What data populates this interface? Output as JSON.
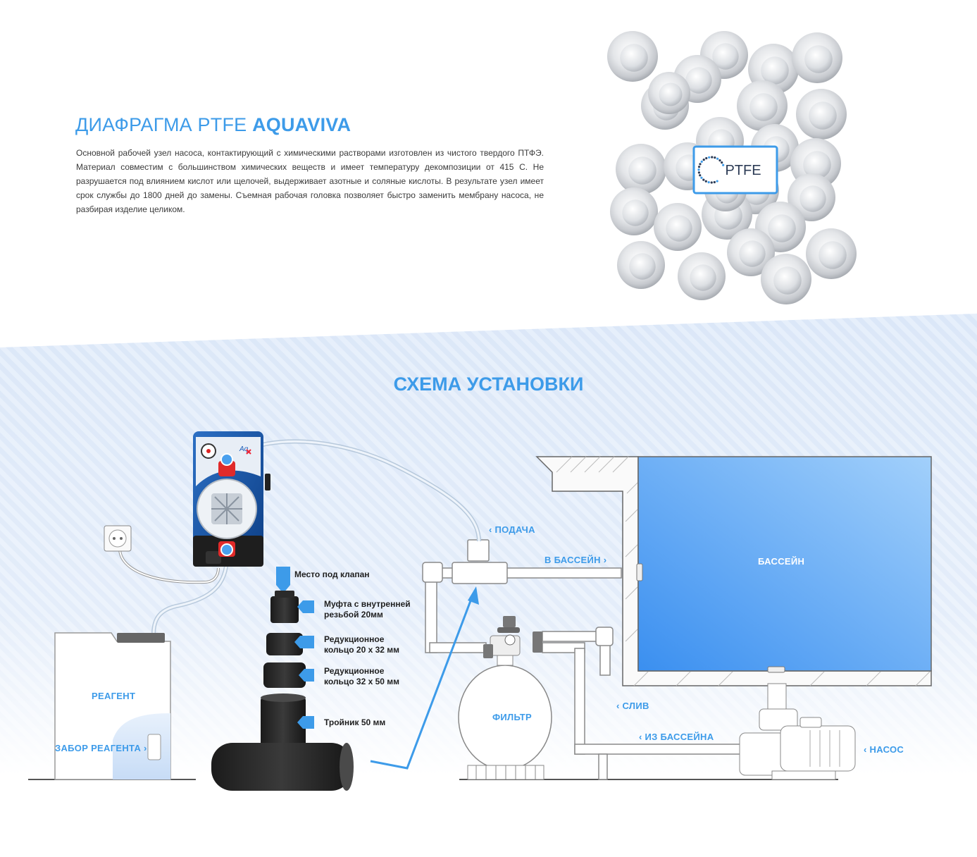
{
  "intro": {
    "title_regular": "ДИАФРАГМА PTFE ",
    "title_bold": "AQUAVIVA",
    "description": "Основной рабочей узел насоса, контактирующий с химическими растворами изготовлен из чистого твердого ПТФЭ. Материал совместим с большинством химических веществ и имеет температуру декомпозиции от 415 С. Не разрушается под влиянием кислот или щелочей, выдерживает азотные и соляные кислоты. В результате узел имеет срок службы до 1800 дней до замены. Съемная рабочая головка позволяет быстро заменить мембрану насоса, не разбирая изделие целиком.",
    "badge_text": "PTFE"
  },
  "scheme": {
    "title": "СХЕМА УСТАНОВКИ",
    "labels": {
      "supply": "‹ ПОДАЧА",
      "to_pool": "В БАССЕЙН ›",
      "pool": "БАССЕЙН",
      "drain": "‹ СЛИВ",
      "from_pool": "‹ ИЗ БАССЕЙНА",
      "pump": "‹ НАСОС",
      "filter": "ФИЛЬТР",
      "reagent": "РЕАГЕНТ",
      "reagent_intake": "ЗАБОР РЕАГЕНТА ›"
    },
    "parts": [
      {
        "label": "Место под клапан"
      },
      {
        "label": "Муфта с внутренней резьбой 20мм"
      },
      {
        "label": "Редукционное кольцо 20 х 32 мм"
      },
      {
        "label": "Редукционное кольцо 32 х 50 мм"
      },
      {
        "label": "Тройник 50 мм"
      }
    ]
  },
  "colors": {
    "accent": "#3d9be9",
    "pool_blue": "#4a9df2",
    "fitting_black": "#2a2a2a"
  }
}
